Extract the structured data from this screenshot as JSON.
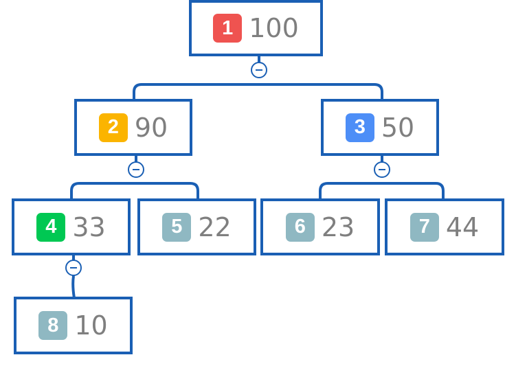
{
  "colors": {
    "border": "#1a5fb4",
    "value_text": "#7f7f7f",
    "badges": {
      "red": "#ef5350",
      "amber": "#fbb400",
      "blue": "#4d8ef7",
      "green": "#00c853",
      "gray": "#8fb8c2"
    }
  },
  "nodes": [
    {
      "id": "1",
      "value": "100",
      "badge_color": "red"
    },
    {
      "id": "2",
      "value": "90",
      "badge_color": "amber"
    },
    {
      "id": "3",
      "value": "50",
      "badge_color": "blue"
    },
    {
      "id": "4",
      "value": "33",
      "badge_color": "green"
    },
    {
      "id": "5",
      "value": "22",
      "badge_color": "gray"
    },
    {
      "id": "6",
      "value": "23",
      "badge_color": "gray"
    },
    {
      "id": "7",
      "value": "44",
      "badge_color": "gray"
    },
    {
      "id": "8",
      "value": "10",
      "badge_color": "gray"
    }
  ],
  "toggle_icon": "collapse-minus-icon"
}
